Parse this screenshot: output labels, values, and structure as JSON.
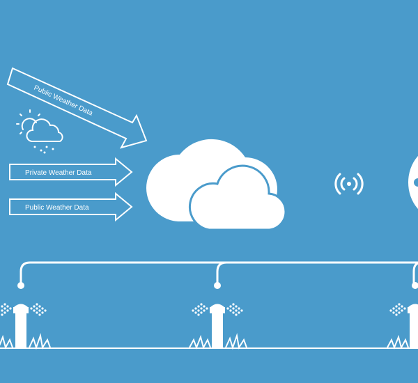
{
  "diagram": {
    "background_color": "#4a9bcb",
    "line_color": "#ffffff",
    "inputs": [
      {
        "label": "Public Weather Data",
        "direction": "diagonal"
      },
      {
        "label": "Private Weather Data",
        "direction": "horizontal"
      },
      {
        "label": "Public Weather Data",
        "direction": "horizontal"
      }
    ],
    "icons": [
      "weather-icon",
      "cloud-icon",
      "wireless-signal-icon",
      "controller-icon",
      "sprinkler-icon"
    ],
    "sprinkler_count": 3
  }
}
